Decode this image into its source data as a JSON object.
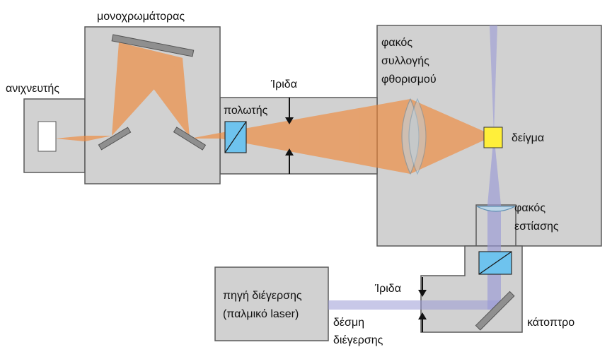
{
  "labels": {
    "monochromator": "μονοχρωμάτορας",
    "detector": "ανιχνευτής",
    "iris_top": "Ίριδα",
    "polarizer": "πολωτής",
    "collection_lens_1": "φακός",
    "collection_lens_2": "συλλογής",
    "collection_lens_3": "φθορισμού",
    "sample": "δείγμα",
    "focus_lens_1": "φακός",
    "focus_lens_2": "εστίασης",
    "source_1": "πηγή διέγερσης",
    "source_2": "(παλμικό laser)",
    "iris_bottom": "Ίριδα",
    "beam_1": "δέσμη",
    "beam_2": "διέγερσης",
    "mirror": "κάτοπτρο"
  },
  "colors": {
    "box_fill": "#d1d1d1",
    "box_stroke": "#5a5a5a",
    "emission": "#f0893a",
    "excitation": "#9a9ad6",
    "polarizer": "#6ec3ee",
    "sample": "#ffef3a",
    "lens": "#bcd6e8",
    "grating": "#8f8f8f"
  }
}
